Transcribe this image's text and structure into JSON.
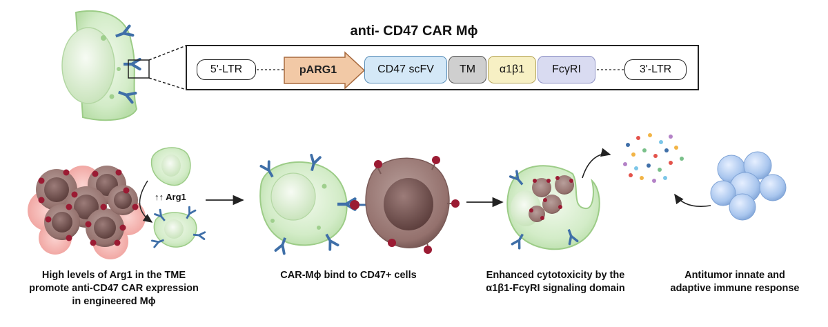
{
  "title": "anti- CD47 CAR Mϕ",
  "construct": {
    "ltr5": "5'-LTR",
    "promoter": "pARG1",
    "scfv": "CD47 scFV",
    "tm": "TM",
    "ab": "α1β1",
    "fcg": "FcγRI",
    "ltr3": "3'-LTR"
  },
  "arg1_label": "↑↑ Arg1",
  "captions": {
    "step1": [
      "High levels of Arg1 in the TME",
      "promote anti-CD47 CAR expression",
      "in engineered Mϕ"
    ],
    "step2": [
      "CAR-Mϕ bind to CD47+ cells"
    ],
    "step3": [
      "Enhanced cytotoxicity by the",
      "α1β1-FcγRI signaling domain"
    ],
    "step4": [
      "Antitumor innate and",
      "adaptive immune response"
    ]
  },
  "colors": {
    "macrophage": "#d3ecc8",
    "tumor": "#8e6b68",
    "tumor_bead": "#9b1b33",
    "receptor": "#3f6fa8",
    "t_cell": "#a9c6ee"
  }
}
